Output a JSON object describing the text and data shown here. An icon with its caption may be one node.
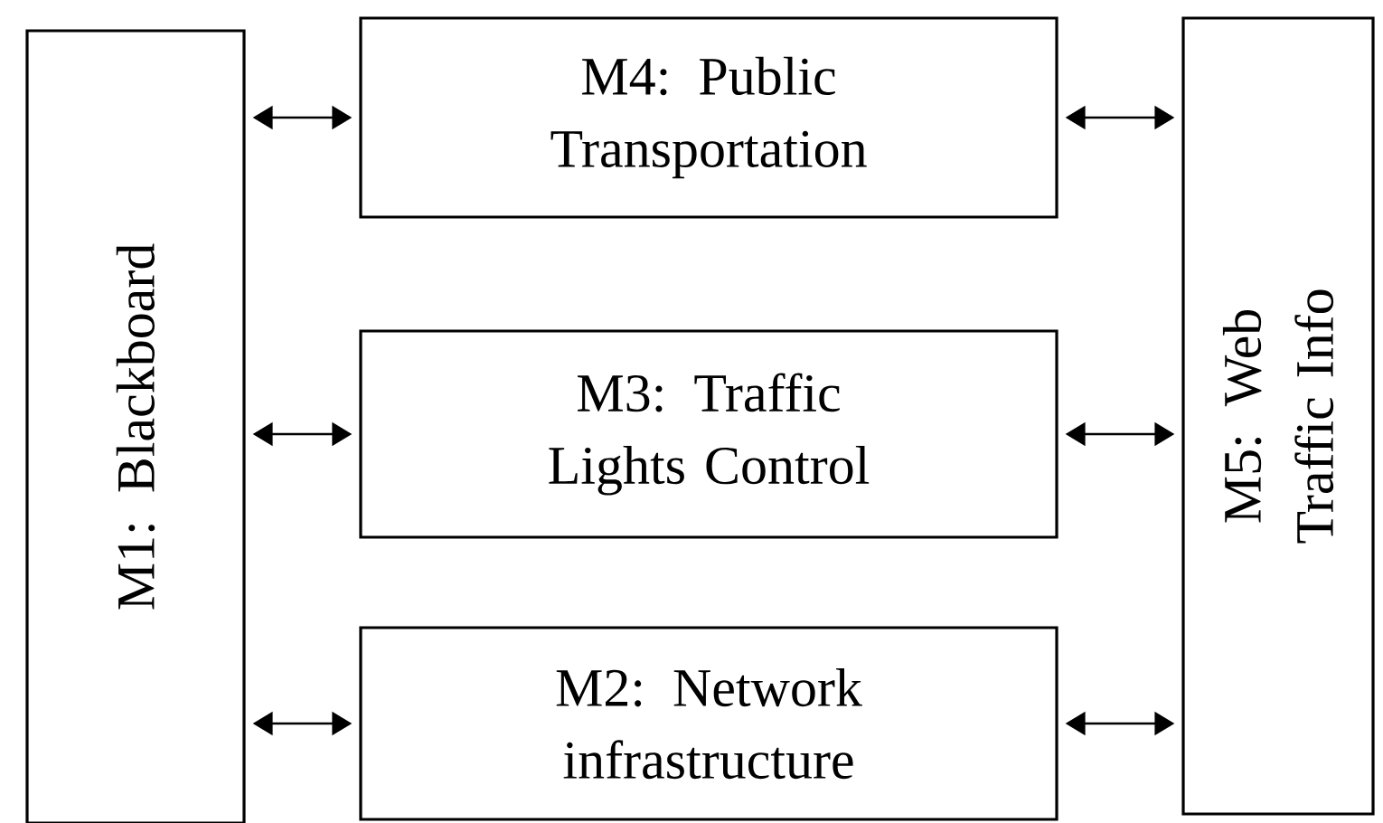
{
  "diagram": {
    "nodes": [
      {
        "text": [
          "M1: Blackboard"
        ]
      },
      {
        "text": [
          "M4: Public Transportation"
        ]
      },
      {
        "text": [
          "M3: Traffic Lights Control"
        ]
      },
      {
        "text": [
          "M2: Network infrastructure"
        ]
      },
      {
        "text": [
          "M5: Web Traffic Info"
        ]
      }
    ],
    "edges": [
      {
        "from": 0,
        "to": 1,
        "arrow": "both"
      },
      {
        "from": 0,
        "to": 2,
        "arrow": "both"
      },
      {
        "from": 0,
        "to": 3,
        "arrow": "both"
      },
      {
        "from": 1,
        "to": 4,
        "arrow": "both"
      },
      {
        "from": 2,
        "to": 4,
        "arrow": "both"
      },
      {
        "from": 3,
        "to": 4,
        "arrow": "both"
      }
    ]
  }
}
